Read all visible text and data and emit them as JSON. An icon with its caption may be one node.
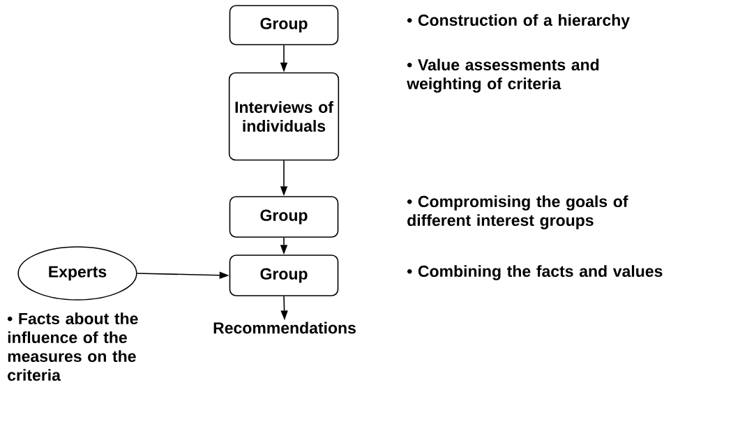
{
  "diagram": {
    "nodes": [
      {
        "text": [
          "Group"
        ]
      },
      {
        "text": [
          "Interviews of individuals"
        ]
      },
      {
        "text": [
          "Group"
        ]
      },
      {
        "text": [
          "Experts"
        ],
        "beside": [
          "• Facts about the influence of the measures on the criteria"
        ]
      },
      {
        "text": [
          "Group"
        ]
      },
      {
        "text": [
          "Recommendations"
        ]
      }
    ],
    "edges": [
      {
        "from": 0,
        "to": 1,
        "arrow": "to"
      },
      {
        "from": 1,
        "to": 2,
        "arrow": "to"
      },
      {
        "from": 2,
        "to": 4,
        "arrow": "to"
      },
      {
        "from": 3,
        "to": 4,
        "arrow": "to"
      },
      {
        "from": 4,
        "to": 5,
        "arrow": "to"
      }
    ],
    "labels": [
      "• Construction of a hierarchy",
      "• Value assessments and weighting of criteria",
      "• Compromising the goals of different interest groups",
      "• Combining the facts and values"
    ]
  }
}
